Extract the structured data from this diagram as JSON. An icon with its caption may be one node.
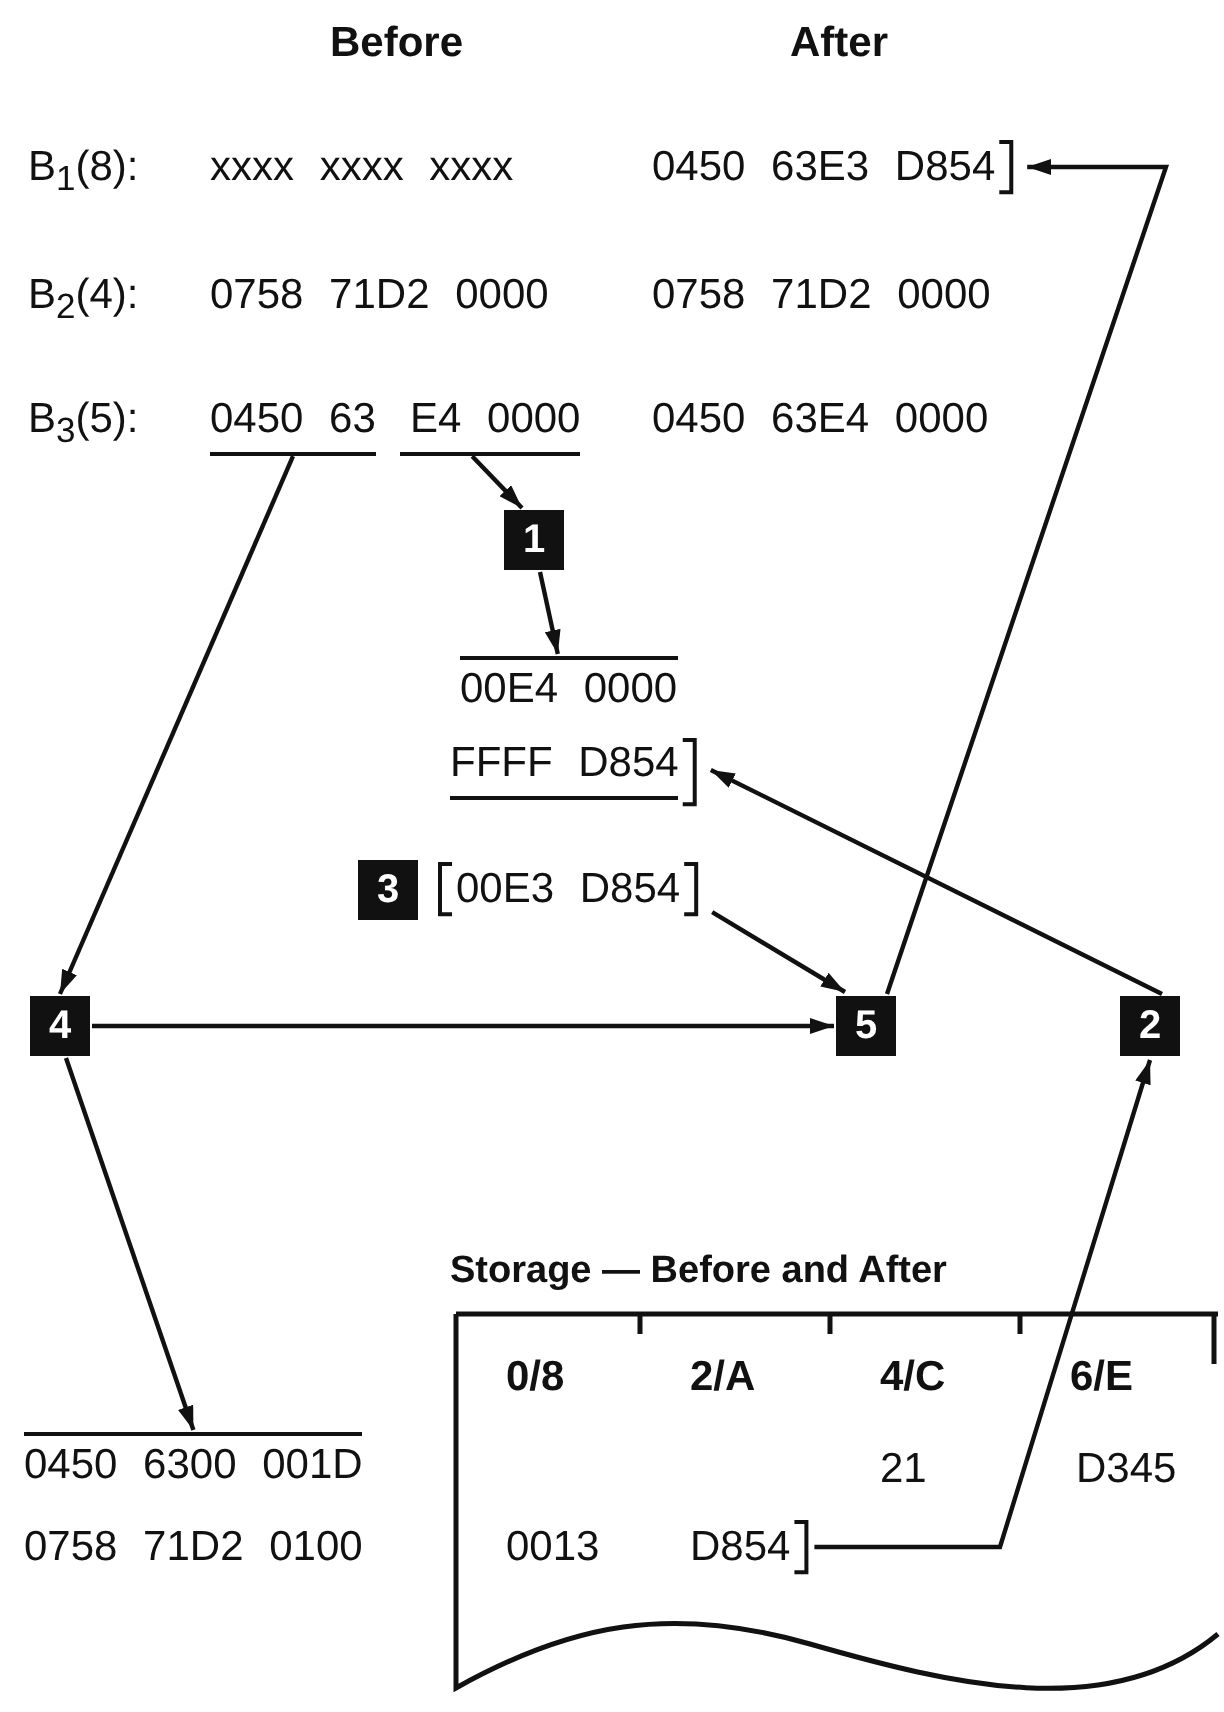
{
  "diagram": {
    "nodes": [
      {
        "text": [
          "0450 63E3 D854"
        ]
      },
      {
        "text": [
          "0450 63"
        ]
      },
      {
        "text": [
          "E4 0000"
        ]
      },
      {
        "text": [
          "1"
        ]
      },
      {
        "text": [
          "00E4 0000"
        ]
      },
      {
        "text": [
          "FFFF D854"
        ]
      },
      {
        "text": [
          "3"
        ]
      },
      {
        "text": [
          "00E3 D854"
        ]
      },
      {
        "text": [
          "4"
        ]
      },
      {
        "text": [
          "5"
        ]
      },
      {
        "text": [
          "2"
        ]
      },
      {
        "text": [
          "0450 6300 001D"
        ]
      },
      {
        "text": [
          "Storage — Before and After"
        ]
      },
      {
        "text": [
          "D854"
        ],
        "in": 12
      }
    ],
    "edges": [
      {
        "from": 1,
        "to": 8,
        "arrow": "to"
      },
      {
        "from": 2,
        "to": 3,
        "arrow": "to"
      },
      {
        "from": 3,
        "to": 4,
        "arrow": "to"
      },
      {
        "from": 10,
        "to": 5,
        "arrow": "to"
      },
      {
        "from": 7,
        "to": 9,
        "arrow": "to"
      },
      {
        "from": 8,
        "to": 9,
        "arrow": "to"
      },
      {
        "from": 9,
        "to": 0,
        "arrow": "to"
      },
      {
        "from": 8,
        "to": 11,
        "arrow": "to"
      },
      {
        "from": 13,
        "to": 10,
        "arrow": "to"
      }
    ],
    "labels": [
      "Before",
      "After",
      "B$_{1}$(8):",
      "xxxx xxxx xxxx",
      "B$_{2}$(4):",
      "0758 71D2 0000",
      "0758 71D2 0000",
      "B$_{3}$(5):",
      "0450 63E4 0000",
      "0/8",
      "2/A",
      "4/C",
      "6/E",
      "21",
      "D345",
      "0758 71D2 0100",
      "0013"
    ]
  }
}
